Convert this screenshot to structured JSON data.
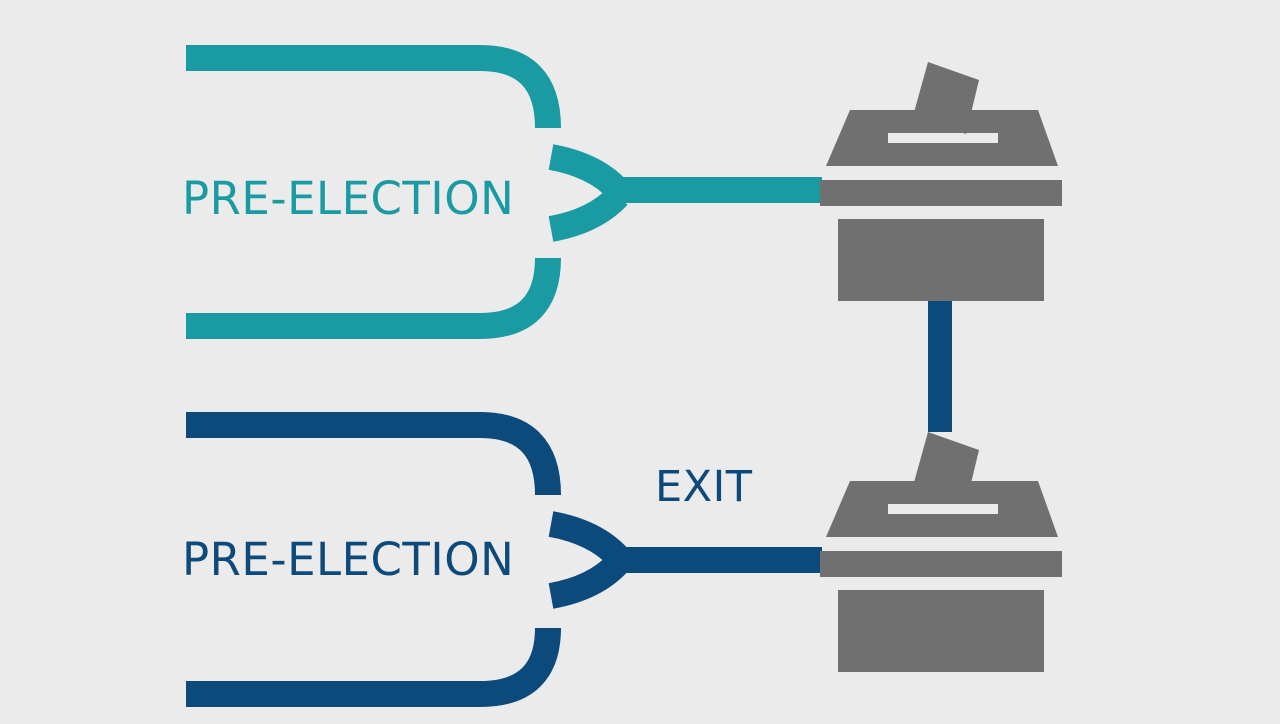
{
  "labels": {
    "pre_election_top": "PRE-ELECTION",
    "pre_election_bottom": "PRE-ELECTION",
    "exit": "EXIT"
  },
  "colors": {
    "background": "#ebebeb",
    "teal": "#1a9ba4",
    "navy": "#0d4a7c",
    "ballot_box": "#707070"
  },
  "icons": {
    "top_box": "ballot-box-icon",
    "bottom_box": "ballot-box-icon"
  }
}
